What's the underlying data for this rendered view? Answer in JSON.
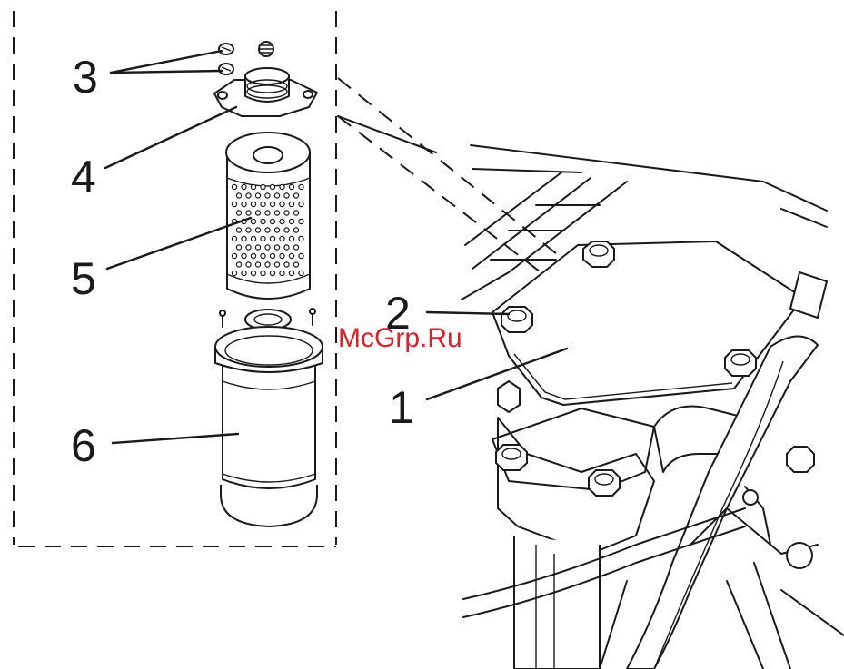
{
  "callouts": {
    "c1": "1",
    "c2": "2",
    "c3": "3",
    "c4": "4",
    "c5": "5",
    "c6": "6"
  },
  "watermark": "McGrp.Ru",
  "colors": {
    "line": "#1a1a1a",
    "watermark": "#d6232a",
    "background": "#ffffff"
  },
  "icons": [
    "bolt-icon",
    "spring-icon",
    "filter-element-icon",
    "filter-housing-icon",
    "gasket-icon"
  ]
}
